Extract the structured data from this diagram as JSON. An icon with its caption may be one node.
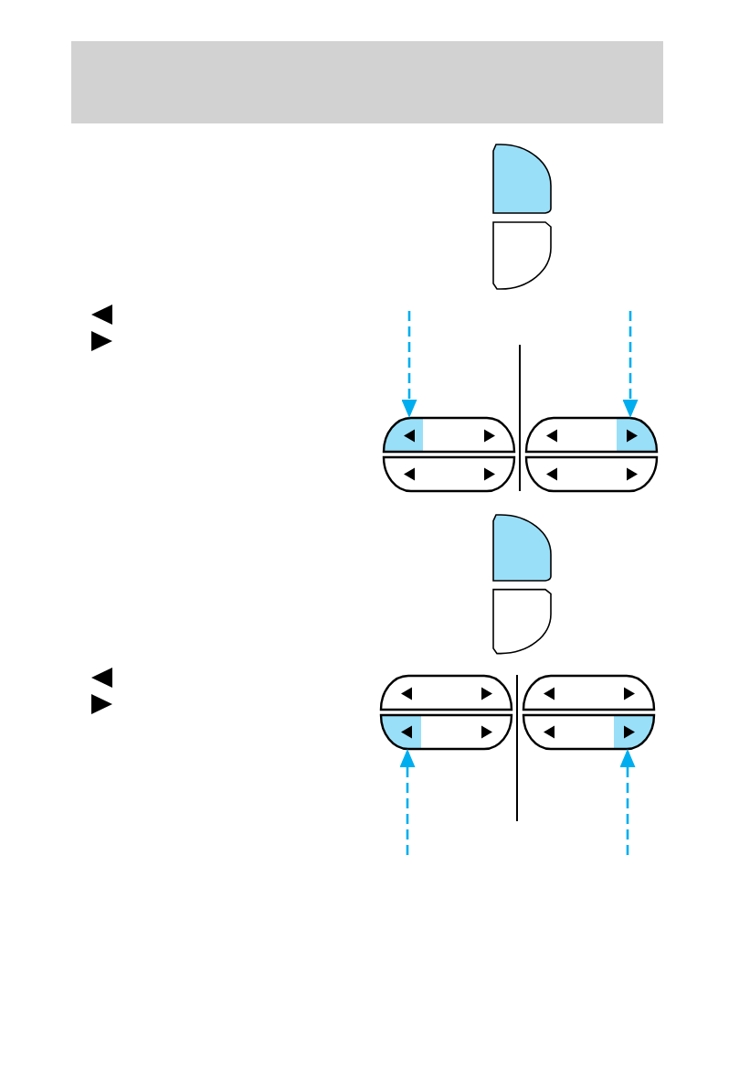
{
  "diagram": {
    "nodes": [
      {
        "text": [],
        "shape": "box"
      },
      {
        "text": [],
        "shape": "box"
      },
      {
        "text": [],
        "shape": "box"
      },
      {
        "text": [],
        "shape": "box"
      }
    ],
    "edges": [
      {
        "from": null,
        "to": 0,
        "arrow": "to",
        "style": "dashed"
      },
      {
        "from": null,
        "to": 1,
        "arrow": "to",
        "style": "dashed"
      },
      {
        "from": null,
        "to": 2,
        "arrow": "to",
        "style": "dashed"
      },
      {
        "from": null,
        "to": 3,
        "arrow": "to",
        "style": "dashed"
      }
    ]
  }
}
